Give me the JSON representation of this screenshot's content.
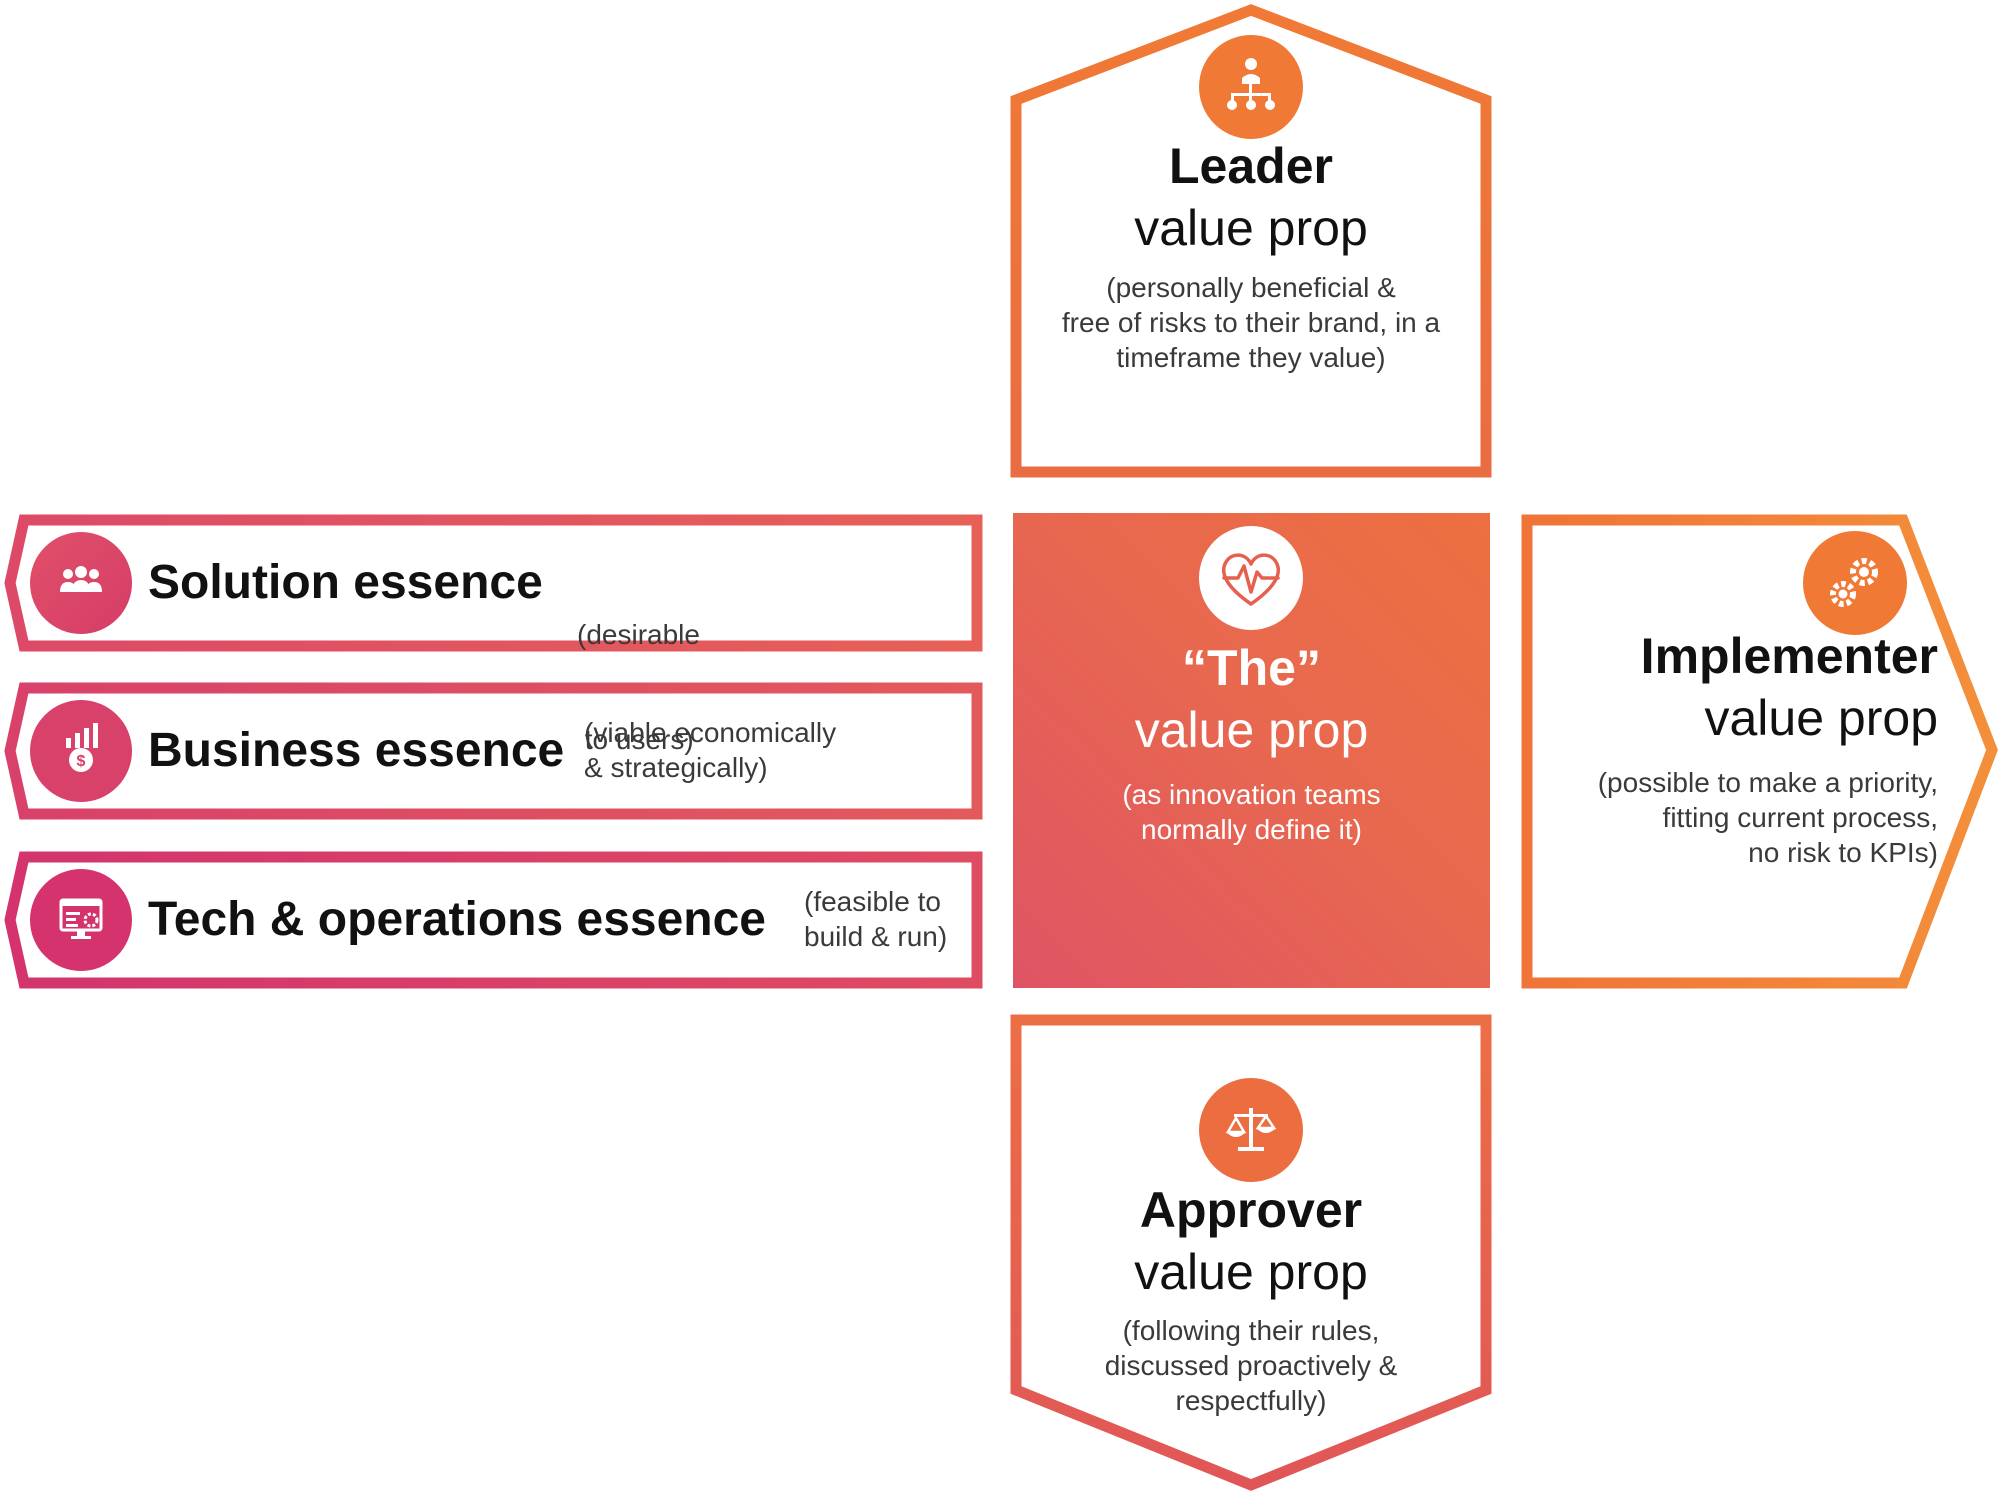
{
  "core": {
    "title": "“The”",
    "subtitle": "value prop",
    "lines": [
      "(as innovation teams",
      "normally define it)"
    ]
  },
  "leader": {
    "title": "Leader",
    "subtitle": "value prop",
    "lines": [
      "(personally beneficial &",
      "free of risks to their brand, in a",
      "timeframe they value)"
    ]
  },
  "implementer": {
    "title": "Implementer",
    "subtitle": "value prop",
    "lines": [
      "(possible to make a priority,",
      "fitting current process,",
      "no risk to KPIs)"
    ]
  },
  "approver": {
    "title": "Approver",
    "subtitle": "value prop",
    "lines": [
      "(following their rules,",
      "discussed proactively &",
      "respectfully)"
    ]
  },
  "essences": [
    {
      "title": "Solution essence",
      "note_lines": [
        "(desirable",
        " to users)"
      ],
      "icon": "users-icon"
    },
    {
      "title": "Business essence",
      "note_lines": [
        "(viable economically",
        "& strategically)"
      ],
      "icon": "money-chart-icon"
    },
    {
      "title": "Tech & operations essence",
      "note_lines": [
        "(feasible to",
        "build & run)"
      ],
      "icon": "computer-gear-icon"
    }
  ],
  "colors": {
    "orange": "#F07A35",
    "orange_light": "#F08A3C",
    "pink": "#DB4868",
    "magenta": "#D63A6A",
    "text_dark": "#111111",
    "text_desc": "#3a3a3a"
  }
}
